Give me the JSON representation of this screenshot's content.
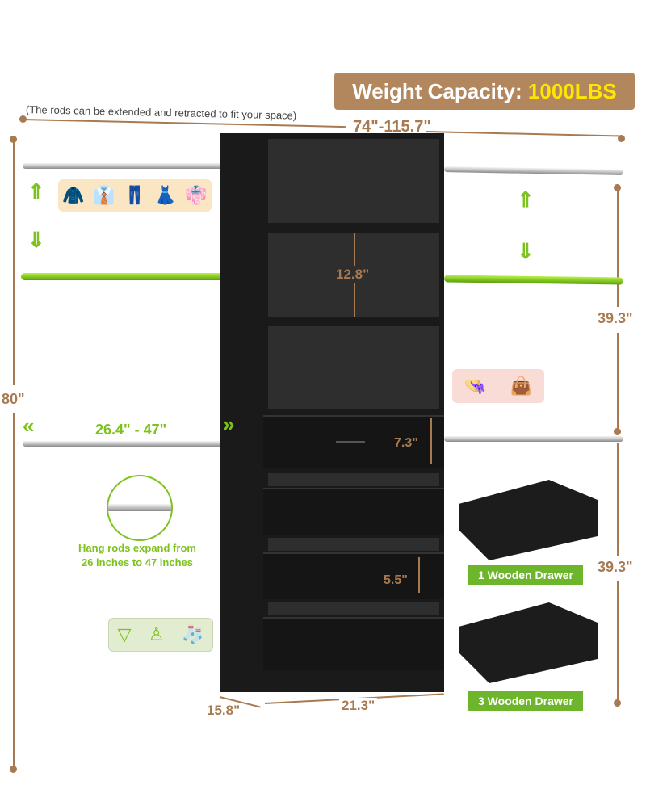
{
  "banner": {
    "label": "Weight Capacity:",
    "value": "1000LBS"
  },
  "note": "(The rods can be extended and retracted to fit your space)",
  "dimensions": {
    "width_range": "74\"-115.7\"",
    "height": "80\"",
    "upper_rod_height": "39.3\"",
    "lower_rod_height": "39.3\"",
    "shelf_gap": "12.8\"",
    "drawer_top": "7.3\"",
    "drawer_gap": "5.5\"",
    "depth": "15.8\"",
    "width": "21.3\"",
    "rod_range": "26.4\" - 47\""
  },
  "rod_callout": {
    "line1": "Hang rods expand from",
    "line2": "26 inches to 47 inches"
  },
  "drawer_labels": [
    "1 Wooden Drawer",
    "3 Wooden Drawer"
  ],
  "colors": {
    "brown": "#a87a52",
    "green": "#7dc21e",
    "yellow": "#ffe600"
  }
}
